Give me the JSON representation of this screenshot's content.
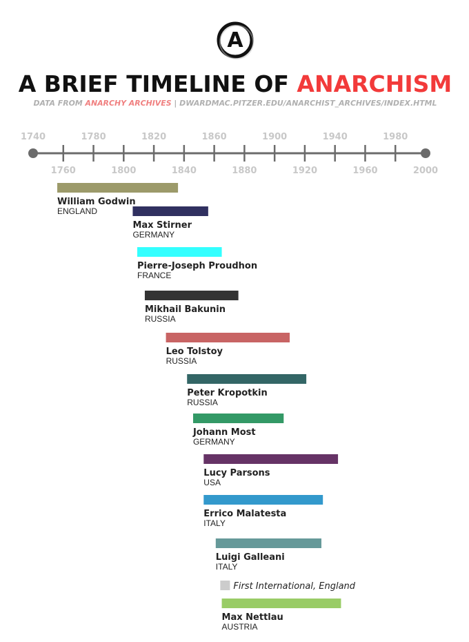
{
  "header": {
    "title_main": "A BRIEF TIMELINE OF ",
    "title_accent": "ANARCHISM",
    "subtitle_prefix": "DATA FROM ",
    "subtitle_source": "ANARCHY ARCHIVES",
    "subtitle_url": " | DWARDMAC.PITZER.EDU/ANARCHIST_ARCHIVES/INDEX.HTML",
    "logo_letter": "A",
    "logo_icon": "circle-a-icon"
  },
  "colors": {
    "accent": "#f23a3a",
    "source_link": "#f08080",
    "axis": "#6b6b6b",
    "tick_text": "#c8c8c8",
    "subtitle": "#b0b0b0"
  },
  "chart_data": {
    "type": "bar",
    "orientation": "horizontal-timeline",
    "xlim": [
      1740,
      2000
    ],
    "top_ticks": [
      1740,
      1780,
      1820,
      1860,
      1900,
      1940,
      1980
    ],
    "bottom_ticks": [
      1760,
      1800,
      1840,
      1880,
      1920,
      1960,
      2000
    ],
    "series": [
      {
        "name": "William Godwin",
        "country": "ENGLAND",
        "start": 1756,
        "end": 1836,
        "color": "#9c9a6a"
      },
      {
        "name": "Max Stirner",
        "country": "GERMANY",
        "start": 1806,
        "end": 1856,
        "color": "#303060"
      },
      {
        "name": "Pierre-Joseph Proudhon",
        "country": "FRANCE",
        "start": 1809,
        "end": 1865,
        "color": "#33ffff"
      },
      {
        "name": "Mikhail Bakunin",
        "country": "RUSSIA",
        "start": 1814,
        "end": 1876,
        "color": "#333333"
      },
      {
        "name": "Leo Tolstoy",
        "country": "RUSSIA",
        "start": 1828,
        "end": 1910,
        "color": "#c86464"
      },
      {
        "name": "Peter Kropotkin",
        "country": "RUSSIA",
        "start": 1842,
        "end": 1921,
        "color": "#336666"
      },
      {
        "name": "Johann Most",
        "country": "GERMANY",
        "start": 1846,
        "end": 1906,
        "color": "#339966"
      },
      {
        "name": "Lucy Parsons",
        "country": "USA",
        "start": 1853,
        "end": 1942,
        "color": "#663366"
      },
      {
        "name": "Errico Malatesta",
        "country": "ITALY",
        "start": 1853,
        "end": 1932,
        "color": "#3399cc"
      },
      {
        "name": "Luigi Galleani",
        "country": "ITALY",
        "start": 1861,
        "end": 1931,
        "color": "#669999"
      },
      {
        "name": "Max Nettlau",
        "country": "AUSTRIA",
        "start": 1865,
        "end": 1944,
        "color": "#99cc66"
      }
    ],
    "event_marker": {
      "label": "First International, England",
      "year": 1864,
      "color": "#cccccc"
    }
  }
}
